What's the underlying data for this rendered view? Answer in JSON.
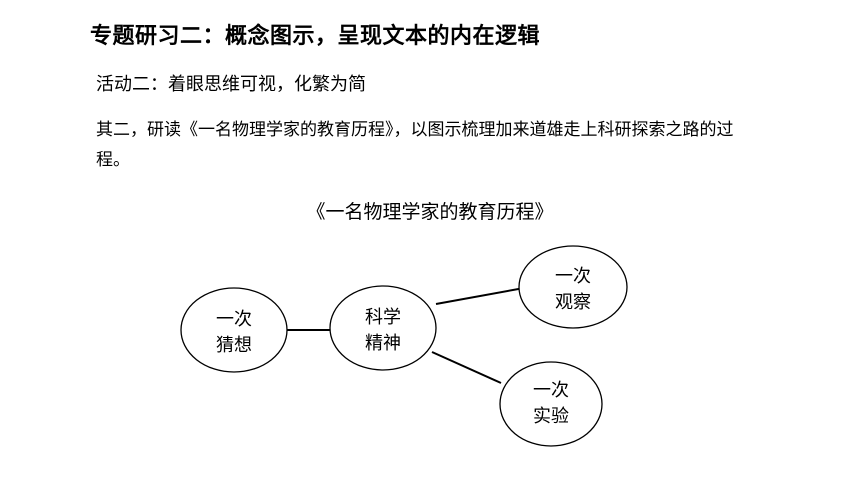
{
  "header": {
    "title": "专题研习二：概念图示，呈现文本的内在逻辑",
    "activity": "活动二：着眼思维可视，化繁为简"
  },
  "body": {
    "paragraph": "其二，研读《一名物理学家的教育历程》，以图示梳理加来道雄走上科研探索之路的过程。"
  },
  "diagram": {
    "title": "《一名物理学家的教育历程》",
    "nodes": {
      "center": {
        "line1": "科学",
        "line2": "精神"
      },
      "guess": {
        "line1": "一次",
        "line2": "猜想"
      },
      "observe": {
        "line1": "一次",
        "line2": "观察"
      },
      "experiment": {
        "line1": "一次",
        "line2": "实验"
      }
    }
  }
}
